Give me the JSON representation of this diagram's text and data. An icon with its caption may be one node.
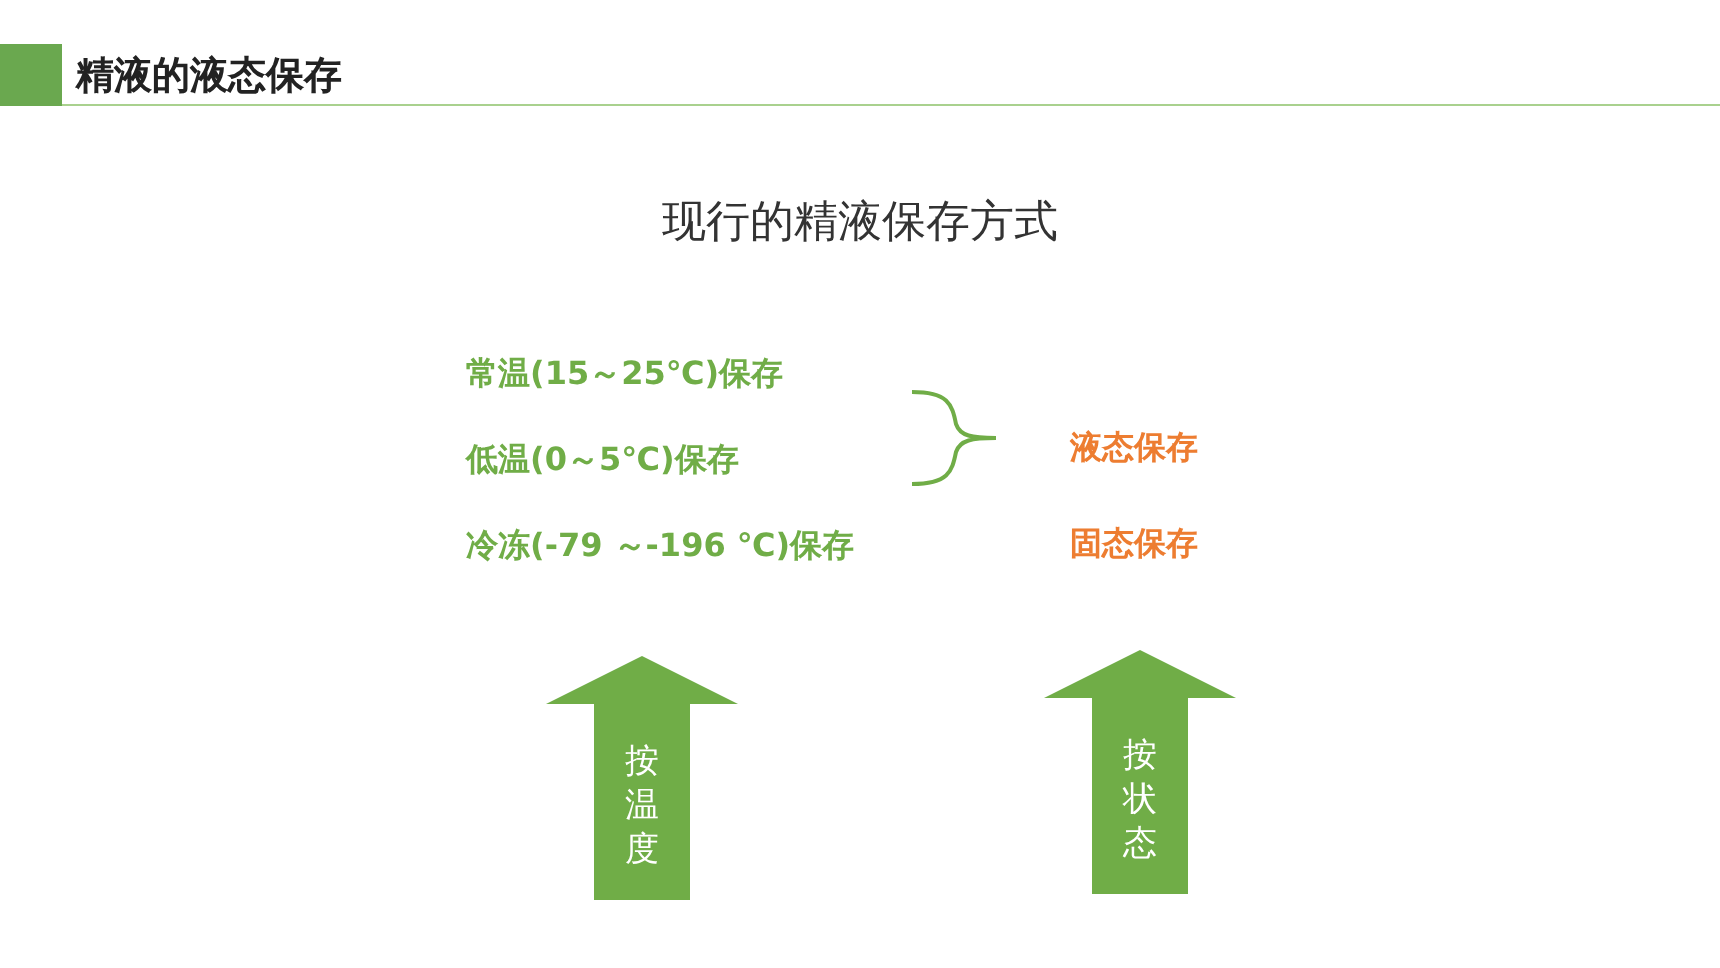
{
  "diagram": {
    "title": "精液的液态保存",
    "nodes": [
      {
        "text": [
          "按温度"
        ]
      },
      {
        "text": [
          "按状态"
        ]
      }
    ],
    "edges": [],
    "labels": [
      "现行的精液保存方式",
      "常温(15～25℃)保存",
      "低温(0～5℃)保存",
      "冷冻(-79 ～-196 ℃)保存",
      "液态保存",
      "固态保存"
    ]
  }
}
